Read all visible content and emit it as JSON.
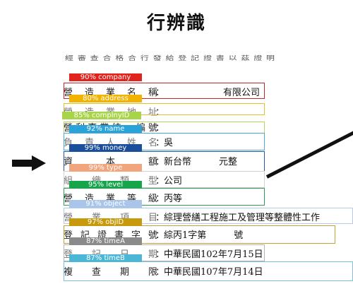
{
  "title": "行辨識",
  "doc_header": "經 審 查 合 格 合 行 發 給 登 記 證 書 以 茲 證 明",
  "rows": [
    {
      "label": "營 造 業 名 稱",
      "value": "有限公司",
      "tag": "90% company",
      "tag_color": "#e0231c",
      "box_color": "#c62828"
    },
    {
      "label": "營 造 業 地 址",
      "value": "",
      "tag": "80% address",
      "tag_color": "#f2b300",
      "box_color": "#e4c02a"
    },
    {
      "label": "營 利 事 業 統 一 編 號",
      "value": "",
      "tag": "85% complnyID",
      "tag_color": "#a8d44a",
      "box_color": "#b8d35a"
    },
    {
      "label": "負 責 人 姓 名",
      "value": "吳",
      "tag": "92% name",
      "tag_color": "#2aa3d8",
      "box_color": "#4ca6d8"
    },
    {
      "label": "資 本 額",
      "value": "新台幣　　　元整",
      "tag": "99% money",
      "tag_color": "#1b4f9c",
      "box_color": "#2a5aa0"
    },
    {
      "label": "組 織 類 型",
      "value": "公司",
      "tag": "99% type",
      "tag_color": "#f2a57c",
      "box_color": "#d2d2d2"
    },
    {
      "label": "營 造 業 等 級",
      "value": "丙等",
      "tag": "95% level",
      "tag_color": "#15a64b",
      "box_color": "#2e9e55"
    },
    {
      "label": "營 業 項 目",
      "value": "綜理營繕工程施工及管理等整體性工作",
      "tag": "91% object",
      "tag_color": "#a9c6ea",
      "box_color": "#b3cbe8"
    },
    {
      "label": "登 記 證 書 字 號",
      "value": "綜丙1字第　　　號",
      "tag": "97% objID",
      "tag_color": "#c79a0e",
      "box_color": "#c5a232"
    },
    {
      "label": "登 記 日 期",
      "value": "中華民國102年7月15日",
      "tag": "87% timeA",
      "tag_color": "#8a8a8a",
      "box_color": "#b5b5b5"
    },
    {
      "label": "複 查 期 限",
      "value": "中華民國107年7月14日",
      "tag": "87% timeB",
      "tag_color": "#4cb6d6",
      "box_color": "#79c2dc"
    }
  ]
}
